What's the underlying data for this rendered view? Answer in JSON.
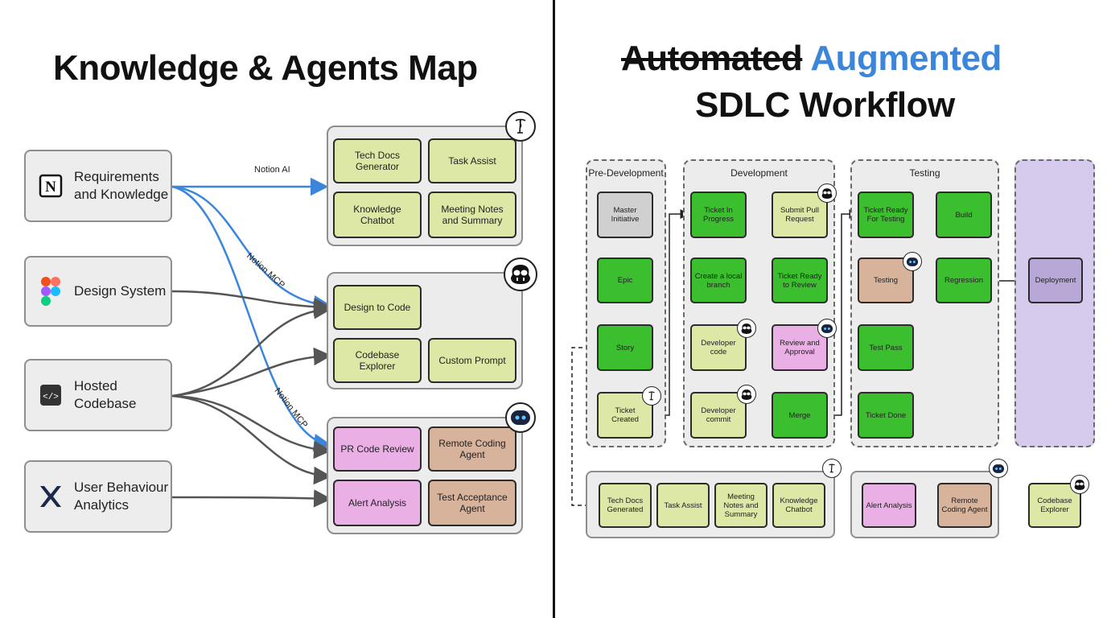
{
  "left": {
    "title": "Knowledge & Agents Map",
    "sources": [
      {
        "label_l1": "Requirements",
        "label_l2": "and Knowledge",
        "icon": "notion-icon"
      },
      {
        "label_l1": "Design System",
        "label_l2": "",
        "icon": "figma-icon"
      },
      {
        "label_l1": "Hosted",
        "label_l2": "Codebase",
        "icon": "code-icon"
      },
      {
        "label_l1": "User Behaviour",
        "label_l2": "Analytics",
        "icon": "analytics-x-icon"
      }
    ],
    "group_notion": {
      "icon": "notion-ai-icon",
      "cards": [
        "Tech Docs Generator",
        "Task Assist",
        "Knowledge Chatbot",
        "Meeting Notes and Summary"
      ]
    },
    "group_copilot": {
      "icon": "copilot-icon",
      "cards": [
        "Design to Code",
        "Codebase Explorer",
        "Custom Prompt"
      ]
    },
    "group_agents": {
      "icon": "robot-icon",
      "cards": [
        "PR Code Review",
        "Remote Coding Agent",
        "Alert Analysis",
        "Test Acceptance Agent"
      ]
    },
    "edge_labels": [
      "Notion AI",
      "Notion MCP",
      "Notion MCP"
    ]
  },
  "right": {
    "title_strike": "Automated",
    "title_accent": "Augmented",
    "title_line2": "SDLC Workflow",
    "colors": {
      "accent": "#3b86db",
      "green": "#3bbf2e",
      "lime": "#dde8a6",
      "pink": "#eab0e6",
      "tan": "#d7b39c",
      "lavender": "#b8a8d8"
    },
    "stages": [
      {
        "label": "Pre-Development",
        "cards": [
          "Master Initiative",
          "Epic",
          "Story",
          "Ticket Created"
        ]
      },
      {
        "label": "Development",
        "cards": [
          "Ticket In Progress",
          "Create a local branch",
          "Developer code",
          "Developer commit",
          "Submit Pull Request",
          "Ticket Ready to Review",
          "Review and Approval",
          "Merge"
        ]
      },
      {
        "label": "Testing",
        "cards": [
          "Ticket Ready For Testing",
          "Testing",
          "Test Pass",
          "Ticket Done",
          "Build",
          "Regression"
        ]
      },
      {
        "label": "",
        "cards": [
          "Deployment"
        ]
      }
    ],
    "bottom_notion": [
      "Tech Docs Generated",
      "Task Assist",
      "Meeting Notes and Summary",
      "Knowledge Chatbot"
    ],
    "bottom_agents": [
      "Alert Analysis",
      "Remote Coding Agent"
    ],
    "bottom_copilot": [
      "Codebase Explorer"
    ]
  }
}
